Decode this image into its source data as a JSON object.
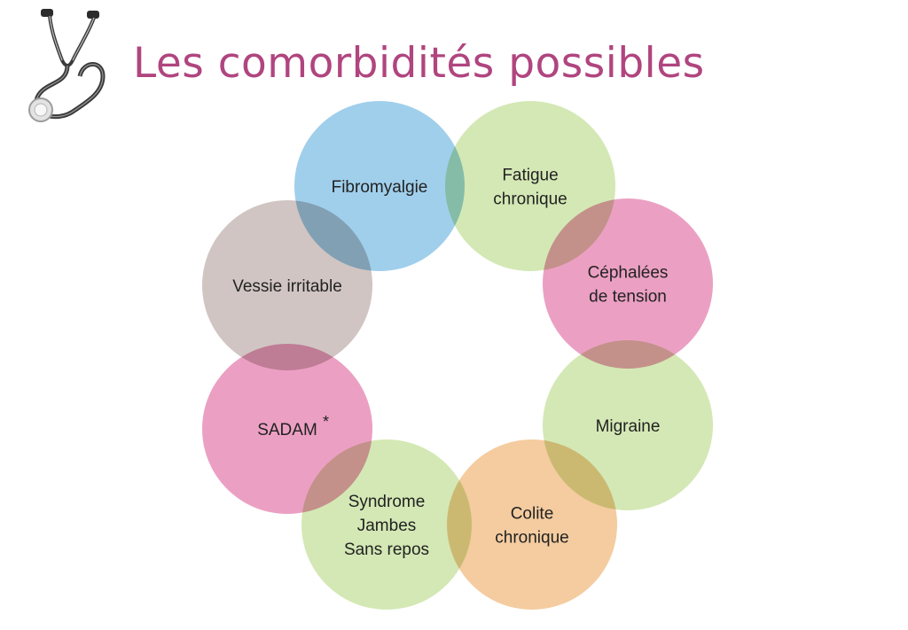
{
  "title": "Les comorbidités possibles",
  "logo": {
    "icon": "stethoscope-icon"
  },
  "diagram": {
    "type": "circular-venn",
    "nodes": [
      {
        "id": "fibromyalgie",
        "lines": [
          "Fibromyalgie"
        ],
        "color": "#8fc7e8"
      },
      {
        "id": "fatigue-chronique",
        "lines": [
          "Fatigue",
          "chronique"
        ],
        "color": "#cde4a8"
      },
      {
        "id": "cephalees-tension",
        "lines": [
          "Céphalées",
          "de tension"
        ],
        "color": "#e78fb8"
      },
      {
        "id": "migraine",
        "lines": [
          "Migraine"
        ],
        "color": "#cde4a8"
      },
      {
        "id": "colite-chronique",
        "lines": [
          "Colite",
          "chronique"
        ],
        "color": "#f2c38f"
      },
      {
        "id": "syndrome-jambes-sans-repos",
        "lines": [
          "Syndrome",
          "Jambes",
          "Sans repos"
        ],
        "color": "#cde4a8"
      },
      {
        "id": "sadam",
        "lines": [
          "SADAM"
        ],
        "note": "*",
        "color": "#e78fb8"
      },
      {
        "id": "vessie-irritable",
        "lines": [
          "Vessie irritable"
        ],
        "color": "#c8bbb8"
      }
    ]
  }
}
